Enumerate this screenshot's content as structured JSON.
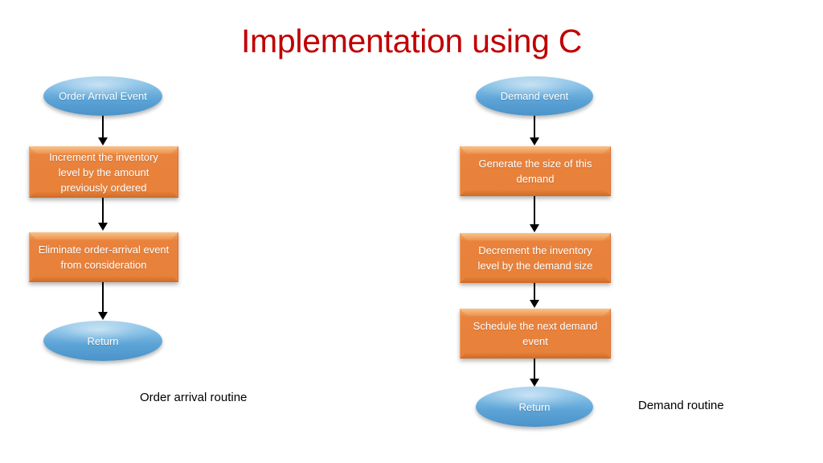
{
  "slide": {
    "title": "Implementation using C",
    "title_color": "#C00000",
    "background_color": "#FFFFFF"
  },
  "theme": {
    "terminator_fill": "#5CA3D6",
    "process_fill": "#E8823C",
    "node_text_color": "#FFFFFF",
    "connector_color": "#000000",
    "caption_color": "#000000"
  },
  "flowcharts": [
    {
      "id": "order-arrival-routine",
      "caption": "Order arrival routine",
      "nodes": [
        {
          "id": "order-arrival-event",
          "shape": "terminator",
          "text": "Order Arrival Event"
        },
        {
          "id": "increment-inventory",
          "shape": "process",
          "text": "Increment the inventory level by the amount previously ordered"
        },
        {
          "id": "eliminate-order-arrival-event",
          "shape": "process",
          "text": "Eliminate order-arrival event from consideration"
        },
        {
          "id": "order-arrival-return",
          "shape": "terminator",
          "text": "Return"
        }
      ],
      "edges": [
        {
          "from": "order-arrival-event",
          "to": "increment-inventory"
        },
        {
          "from": "increment-inventory",
          "to": "eliminate-order-arrival-event"
        },
        {
          "from": "eliminate-order-arrival-event",
          "to": "order-arrival-return"
        }
      ]
    },
    {
      "id": "demand-routine",
      "caption": "Demand routine",
      "nodes": [
        {
          "id": "demand-event",
          "shape": "terminator",
          "text": "Demand event"
        },
        {
          "id": "generate-demand-size",
          "shape": "process",
          "text": "Generate the size of this demand"
        },
        {
          "id": "decrement-inventory",
          "shape": "process",
          "text": "Decrement the inventory level by the demand size"
        },
        {
          "id": "schedule-next-demand",
          "shape": "process",
          "text": "Schedule the next demand event"
        },
        {
          "id": "demand-return",
          "shape": "terminator",
          "text": "Return"
        }
      ],
      "edges": [
        {
          "from": "demand-event",
          "to": "generate-demand-size"
        },
        {
          "from": "generate-demand-size",
          "to": "decrement-inventory"
        },
        {
          "from": "decrement-inventory",
          "to": "schedule-next-demand"
        },
        {
          "from": "schedule-next-demand",
          "to": "demand-return"
        }
      ]
    }
  ]
}
